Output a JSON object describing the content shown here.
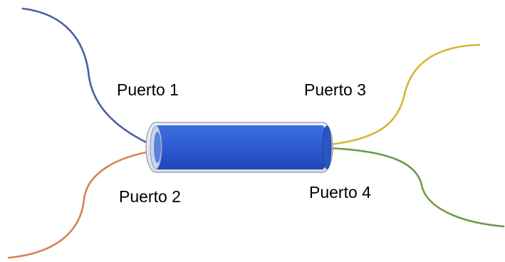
{
  "ports": [
    {
      "id": "port-1",
      "label": "Puerto 1",
      "fiber_color": "#4a5fa0"
    },
    {
      "id": "port-2",
      "label": "Puerto 2",
      "fiber_color": "#d4835a"
    },
    {
      "id": "port-3",
      "label": "Puerto 3",
      "fiber_color": "#d9b531"
    },
    {
      "id": "port-4",
      "label": "Puerto 4",
      "fiber_color": "#6f9a49"
    }
  ],
  "coupler": {
    "color": "#2e5fd0",
    "edge_color": "#1c46b0"
  }
}
